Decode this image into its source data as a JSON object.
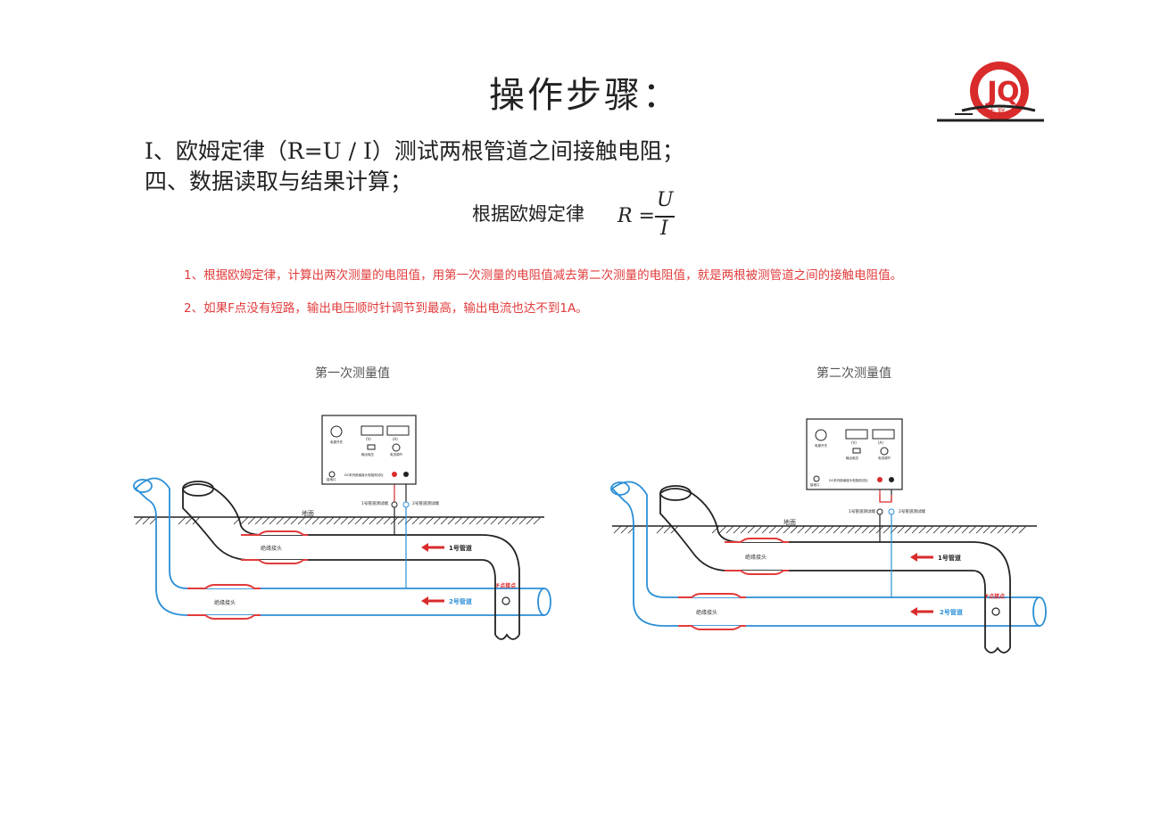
{
  "title": "操作步骤：",
  "line1": "I、欧姆定律（R=U / I）测试两根管道之间接触电阻；",
  "line2": "四、数据读取与结果计算；",
  "formula": {
    "label": "根据欧姆定律",
    "lhs": "R =",
    "numerator": "U",
    "denominator": "I"
  },
  "notes": [
    "1、根据欧姆定律，计算出两次测量的电阻值，用第一次测量的电阻值减去第二次测量的电阻值，就是两根被测管道之间的接触电阻值。",
    "2、如果F点没有短路，输出电压顺时针调节到最高，输出电流也达不到1A。"
  ],
  "logo": {
    "text": "达 联",
    "color": "#d92b2b"
  },
  "diagrams": [
    {
      "caption": "第一次测量值",
      "ground": "地面",
      "insulator_label": "绝缘接头",
      "pipe1": "1号管道",
      "pipe2": "2号管道",
      "fault": "F点接点",
      "terminal1": "1号管道测试端",
      "terminal2": "2号管道测试端",
      "device_name": "DC系列绝缘接头电阻测试仪",
      "power_label": "电源开关",
      "display_v": "(V)",
      "display_a": "(A)",
      "output_label": "输出电压",
      "adjust_label": "电流调节",
      "jack_label": "接地口"
    },
    {
      "caption": "第二次测量值",
      "ground": "地面",
      "insulator_label": "绝缘接头",
      "pipe1": "1号管道",
      "pipe2": "2号管道",
      "fault": "F点接点",
      "terminal1": "1号管道测试端",
      "terminal2": "2号管道测试端",
      "device_name": "DC系列绝缘接头电阻测试仪",
      "power_label": "电源开关",
      "display_v": "(V)",
      "display_a": "(A)",
      "output_label": "输出电压",
      "adjust_label": "电流调节",
      "jack_label": "接地口"
    }
  ],
  "colors": {
    "pipe1": "#222222",
    "pipe2": "#2b8fd6",
    "insulator": "#e23b3b",
    "arrow": "#d92b2b",
    "note": "#e23b3b"
  }
}
